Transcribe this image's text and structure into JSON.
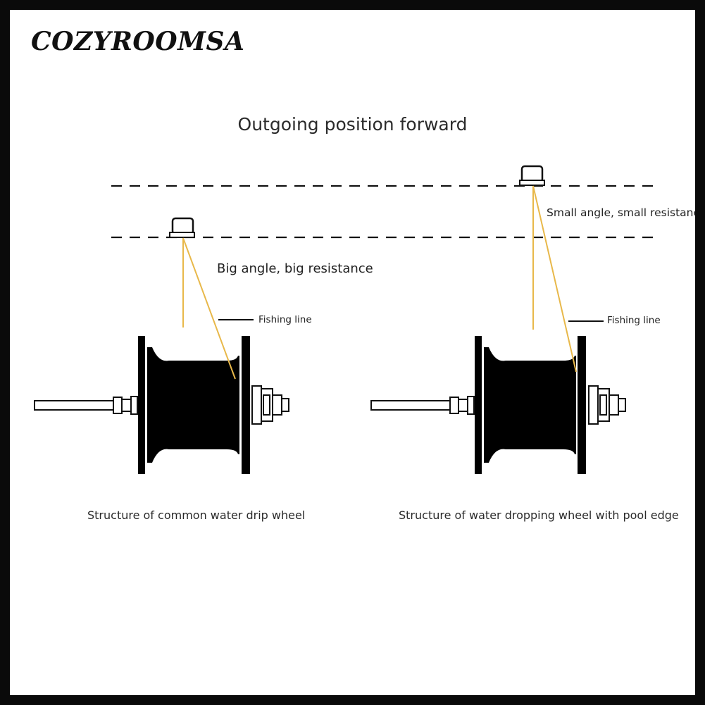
{
  "brand": "COZYROOMSA",
  "title": "Outgoing position forward",
  "annotations": {
    "big_angle": "Big angle, big resistance",
    "small_angle": "Small angle, small resistance",
    "fishing_line_left": "Fishing line",
    "fishing_line_right": "Fishing line"
  },
  "captions": {
    "left": "Structure of common water drip wheel",
    "right": "Structure of water dropping wheel with pool edge"
  },
  "colors": {
    "line": "#e8b84a",
    "spool": "#000000",
    "frame": "#0a0a0a"
  }
}
